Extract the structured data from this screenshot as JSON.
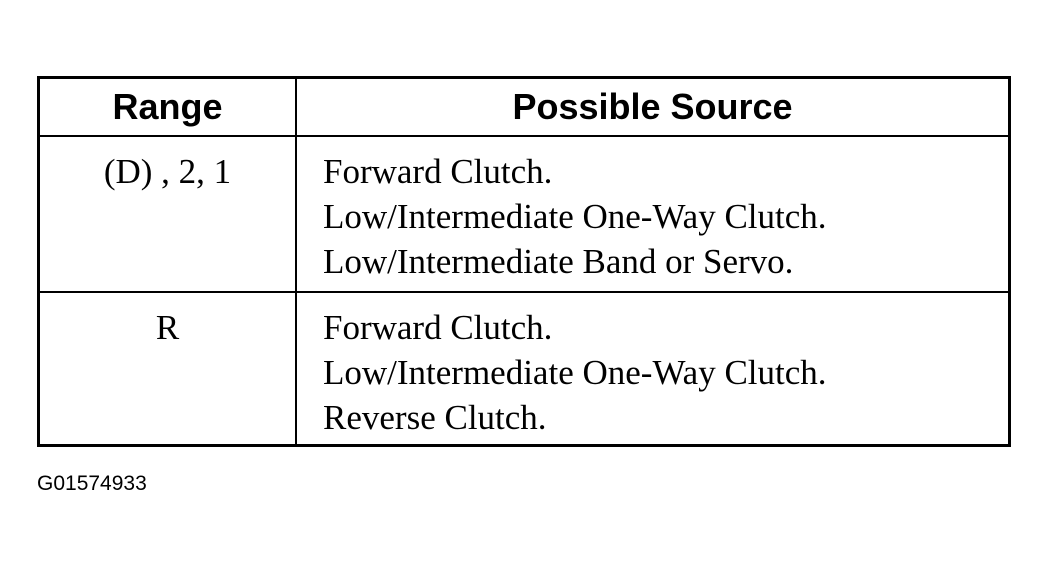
{
  "table": {
    "headers": {
      "range": "Range",
      "source": "Possible Source"
    },
    "rows": [
      {
        "range": "(D) , 2, 1",
        "sources": [
          "Forward Clutch.",
          "Low/Intermediate One-Way Clutch.",
          "Low/Intermediate Band or Servo."
        ]
      },
      {
        "range": "R",
        "sources": [
          "Forward Clutch.",
          "Low/Intermediate One-Way Clutch.",
          "Reverse Clutch."
        ]
      }
    ]
  },
  "figure_id": "G01574933"
}
